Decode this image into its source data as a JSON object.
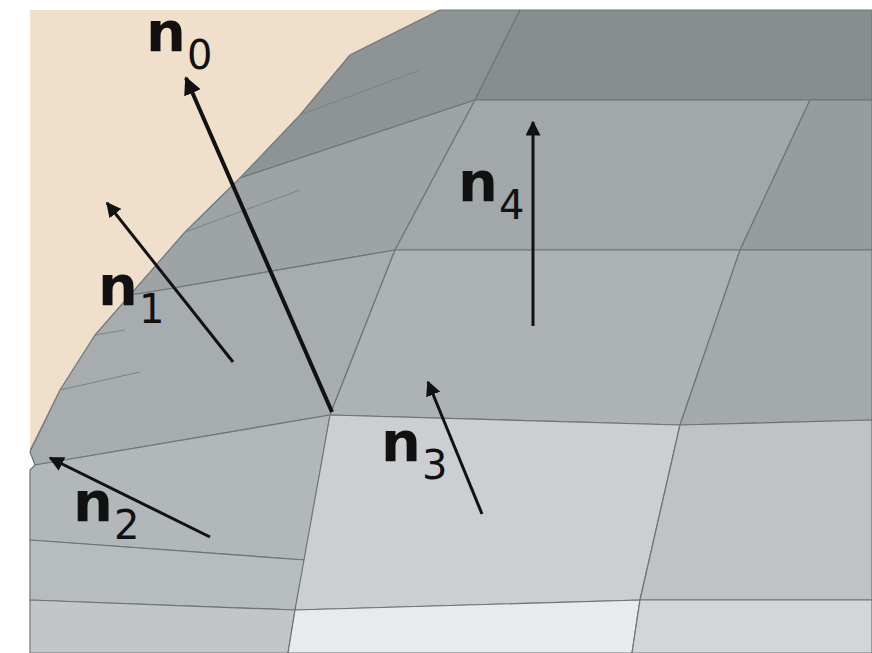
{
  "diagram": {
    "labels": [
      "n0",
      "n1",
      "n2",
      "n3",
      "n4"
    ]
  }
}
